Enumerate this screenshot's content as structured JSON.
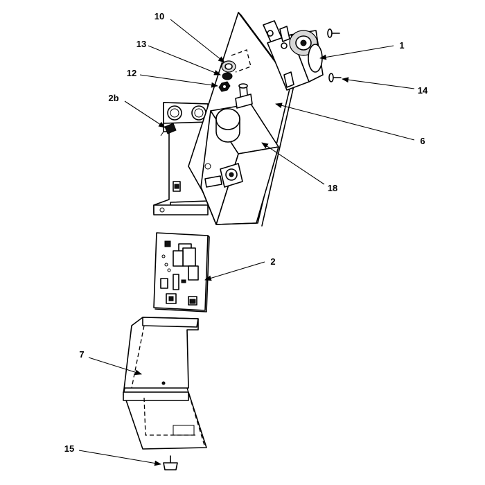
{
  "callouts": {
    "c1": "1",
    "c2": "2",
    "c2b": "2b",
    "c6": "6",
    "c7": "7",
    "c10": "10",
    "c12": "12",
    "c13": "13",
    "c14": "14",
    "c15": "15",
    "c18": "18"
  }
}
